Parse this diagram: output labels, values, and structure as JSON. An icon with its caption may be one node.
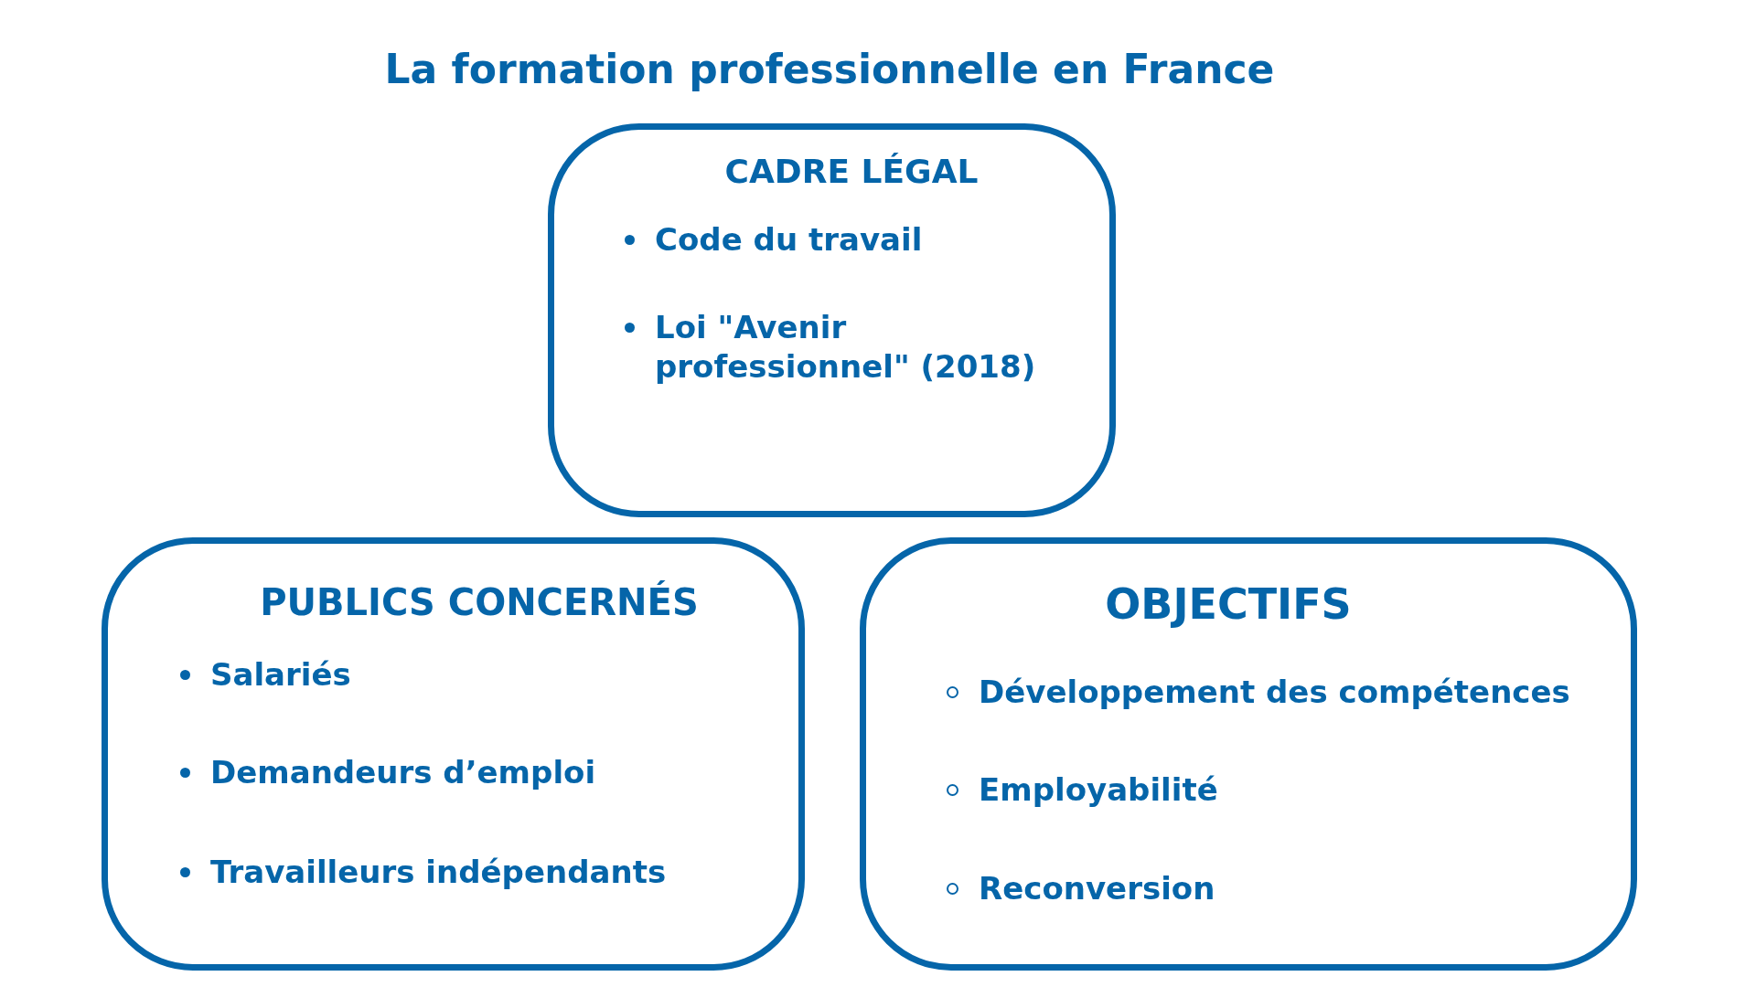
{
  "diagram": {
    "title": "La formation professionnelle en France",
    "nodes": [
      {
        "text": [
          "CADRE LÉGAL",
          "Code du travail",
          "Loi \"Avenir professionnel\" (2018)"
        ]
      },
      {
        "text": [
          "PUBLICS CONCERNÉS",
          "Salariés",
          "Demandeurs d’emploi",
          "Travailleurs indépendants"
        ]
      },
      {
        "text": [
          "OBJECTIFS",
          "Développement des compétences",
          "Employabilité",
          "Reconversion"
        ]
      }
    ]
  }
}
